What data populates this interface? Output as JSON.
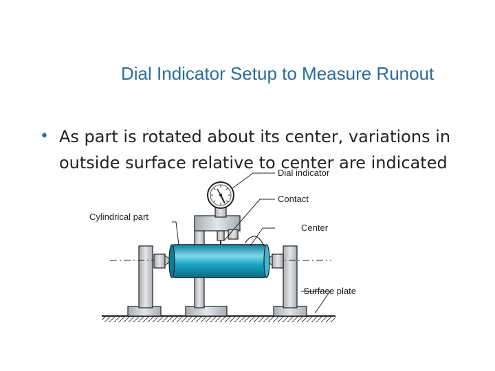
{
  "slide": {
    "title": "Dial Indicator Setup to Measure Runout",
    "bullet_marker": "•",
    "bullet_text": "As part is rotated about its center, variations in outside surface relative to center are indicated"
  },
  "figure": {
    "labels": {
      "dial_indicator": "Dial indicator",
      "contact": "Contact",
      "cylindrical_part": "Cylindrical part",
      "center": "Center",
      "surface_plate": "Surface plate"
    },
    "colors": {
      "part_fill": "#1aa6c4",
      "support_fill": "#c9cccf",
      "outline": "#222222",
      "title_blue": "#2a6d9c"
    }
  }
}
